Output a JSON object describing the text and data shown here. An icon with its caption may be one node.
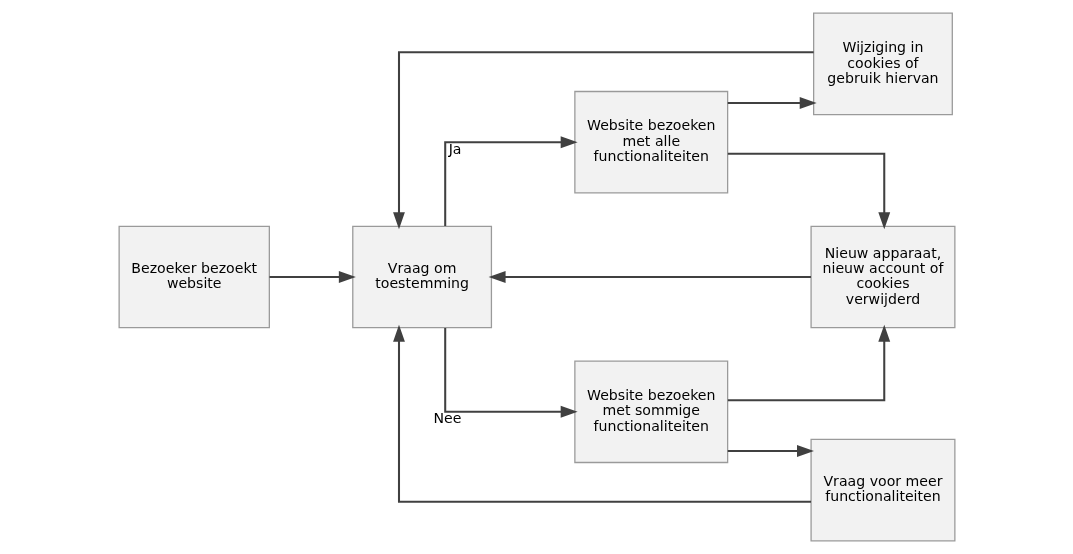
{
  "diagram": {
    "nodes": [
      {
        "text": [
          "Bezoeker bezoekt website"
        ]
      },
      {
        "text": [
          "Vraag om toestemming"
        ]
      },
      {
        "text": [
          "Website bezoeken met alle functionaliteiten"
        ]
      },
      {
        "text": [
          "Wijziging in cookies of gebruik hiervan"
        ]
      },
      {
        "text": [
          "Nieuw apparaat, nieuw account of cookies verwijderd"
        ]
      },
      {
        "text": [
          "Website bezoeken met sommige functionaliteiten"
        ]
      },
      {
        "text": [
          "Vraag voor meer functionaliteiten"
        ]
      }
    ],
    "edges": [
      {
        "from": 0,
        "to": 1,
        "arrow": "to"
      },
      {
        "from": 1,
        "to": 2,
        "arrow": "to",
        "label": "Ja"
      },
      {
        "from": 2,
        "to": 3,
        "arrow": "to"
      },
      {
        "from": 3,
        "to": 1,
        "arrow": "to"
      },
      {
        "from": 2,
        "to": 4,
        "arrow": "to"
      },
      {
        "from": 4,
        "to": 1,
        "arrow": "to"
      },
      {
        "from": 5,
        "to": 4,
        "arrow": "to"
      },
      {
        "from": 1,
        "to": 5,
        "arrow": "to",
        "label": "Nee"
      },
      {
        "from": 5,
        "to": 6,
        "arrow": "to"
      },
      {
        "from": 6,
        "to": 1,
        "arrow": "to"
      }
    ]
  }
}
